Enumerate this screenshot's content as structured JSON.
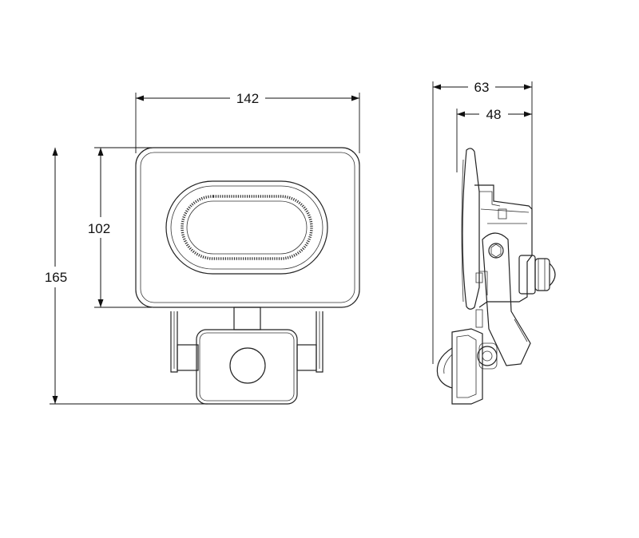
{
  "dimensions": {
    "front_width": "142",
    "front_body_height": "102",
    "front_total_height": "165",
    "side_total_depth": "63",
    "side_body_depth": "48"
  }
}
